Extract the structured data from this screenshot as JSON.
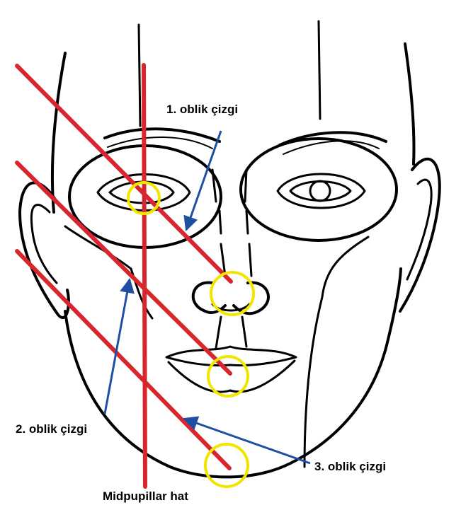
{
  "labels": {
    "oblique_1": "1. oblik çizgi",
    "oblique_2": "2. oblik çizgi",
    "oblique_3": "3. oblik çizgi",
    "midpupillary": "Midpupillar hat"
  },
  "colors": {
    "line_art": "#000000",
    "guide_lines": "#d8262f",
    "markers": "#f2e600",
    "arrows": "#1f4fa3",
    "label_text": "#000000",
    "background": "#ffffff"
  }
}
